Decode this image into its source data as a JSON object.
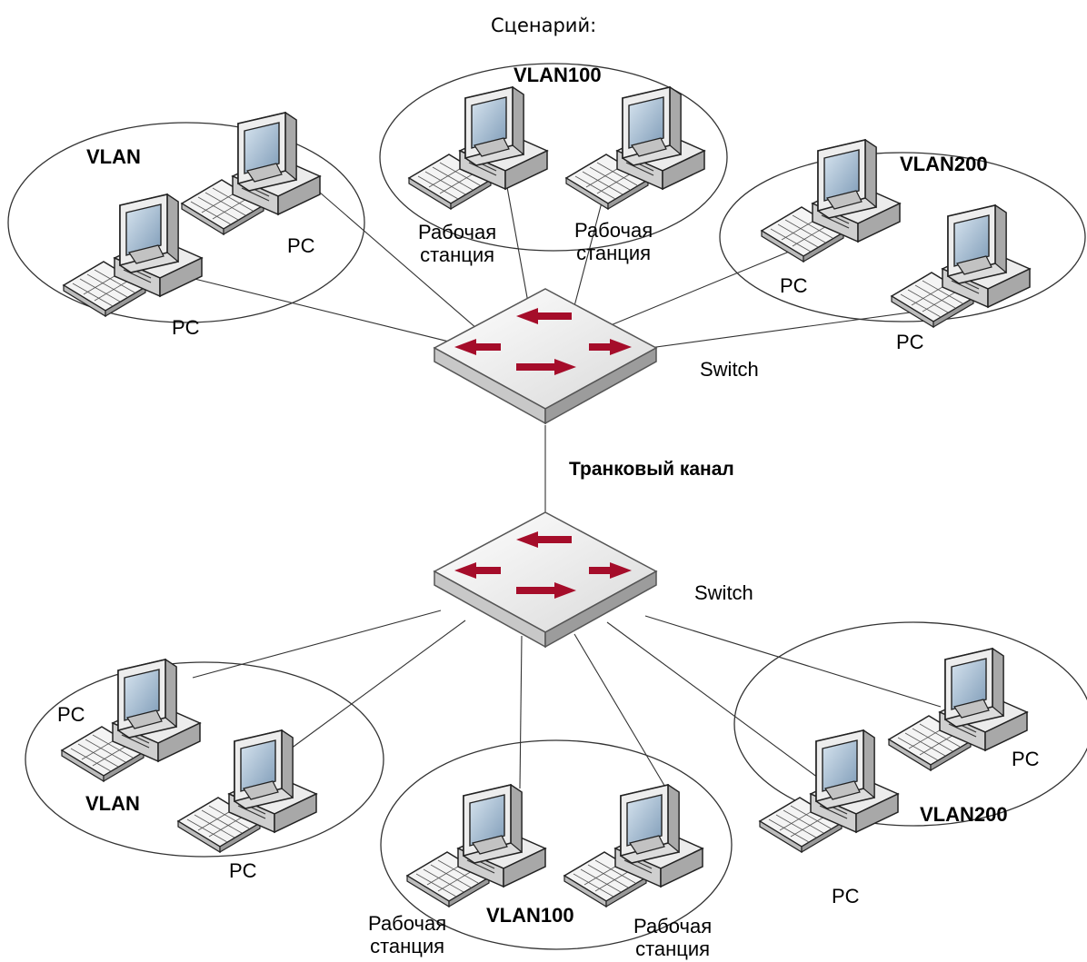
{
  "title": "Сценарий:",
  "trunk_label": "Транковый канал",
  "switches": {
    "top": "Switch",
    "bottom": "Switch"
  },
  "groups": {
    "top_left": {
      "vlan": "VLAN",
      "pc1": "PC",
      "pc2": "PC"
    },
    "top_center": {
      "vlan": "VLAN100",
      "ws1": "Рабочая\nстанция",
      "ws2": "Рабочая\nстанция"
    },
    "top_right": {
      "vlan": "VLAN200",
      "pc1": "PC",
      "pc2": "PC"
    },
    "bottom_left": {
      "vlan": "VLAN",
      "pc1": "PC",
      "pc2": "PC"
    },
    "bottom_center": {
      "vlan": "VLAN100",
      "ws1": "Рабочая\nстанция",
      "ws2": "Рабочая\nстанция"
    },
    "bottom_right": {
      "vlan": "VLAN200",
      "pc1": "PC",
      "pc2": "PC"
    }
  },
  "colors": {
    "arrow": "#a50d2a",
    "switch_top": "#f2f2f2",
    "screen": "#9ab6cf"
  }
}
